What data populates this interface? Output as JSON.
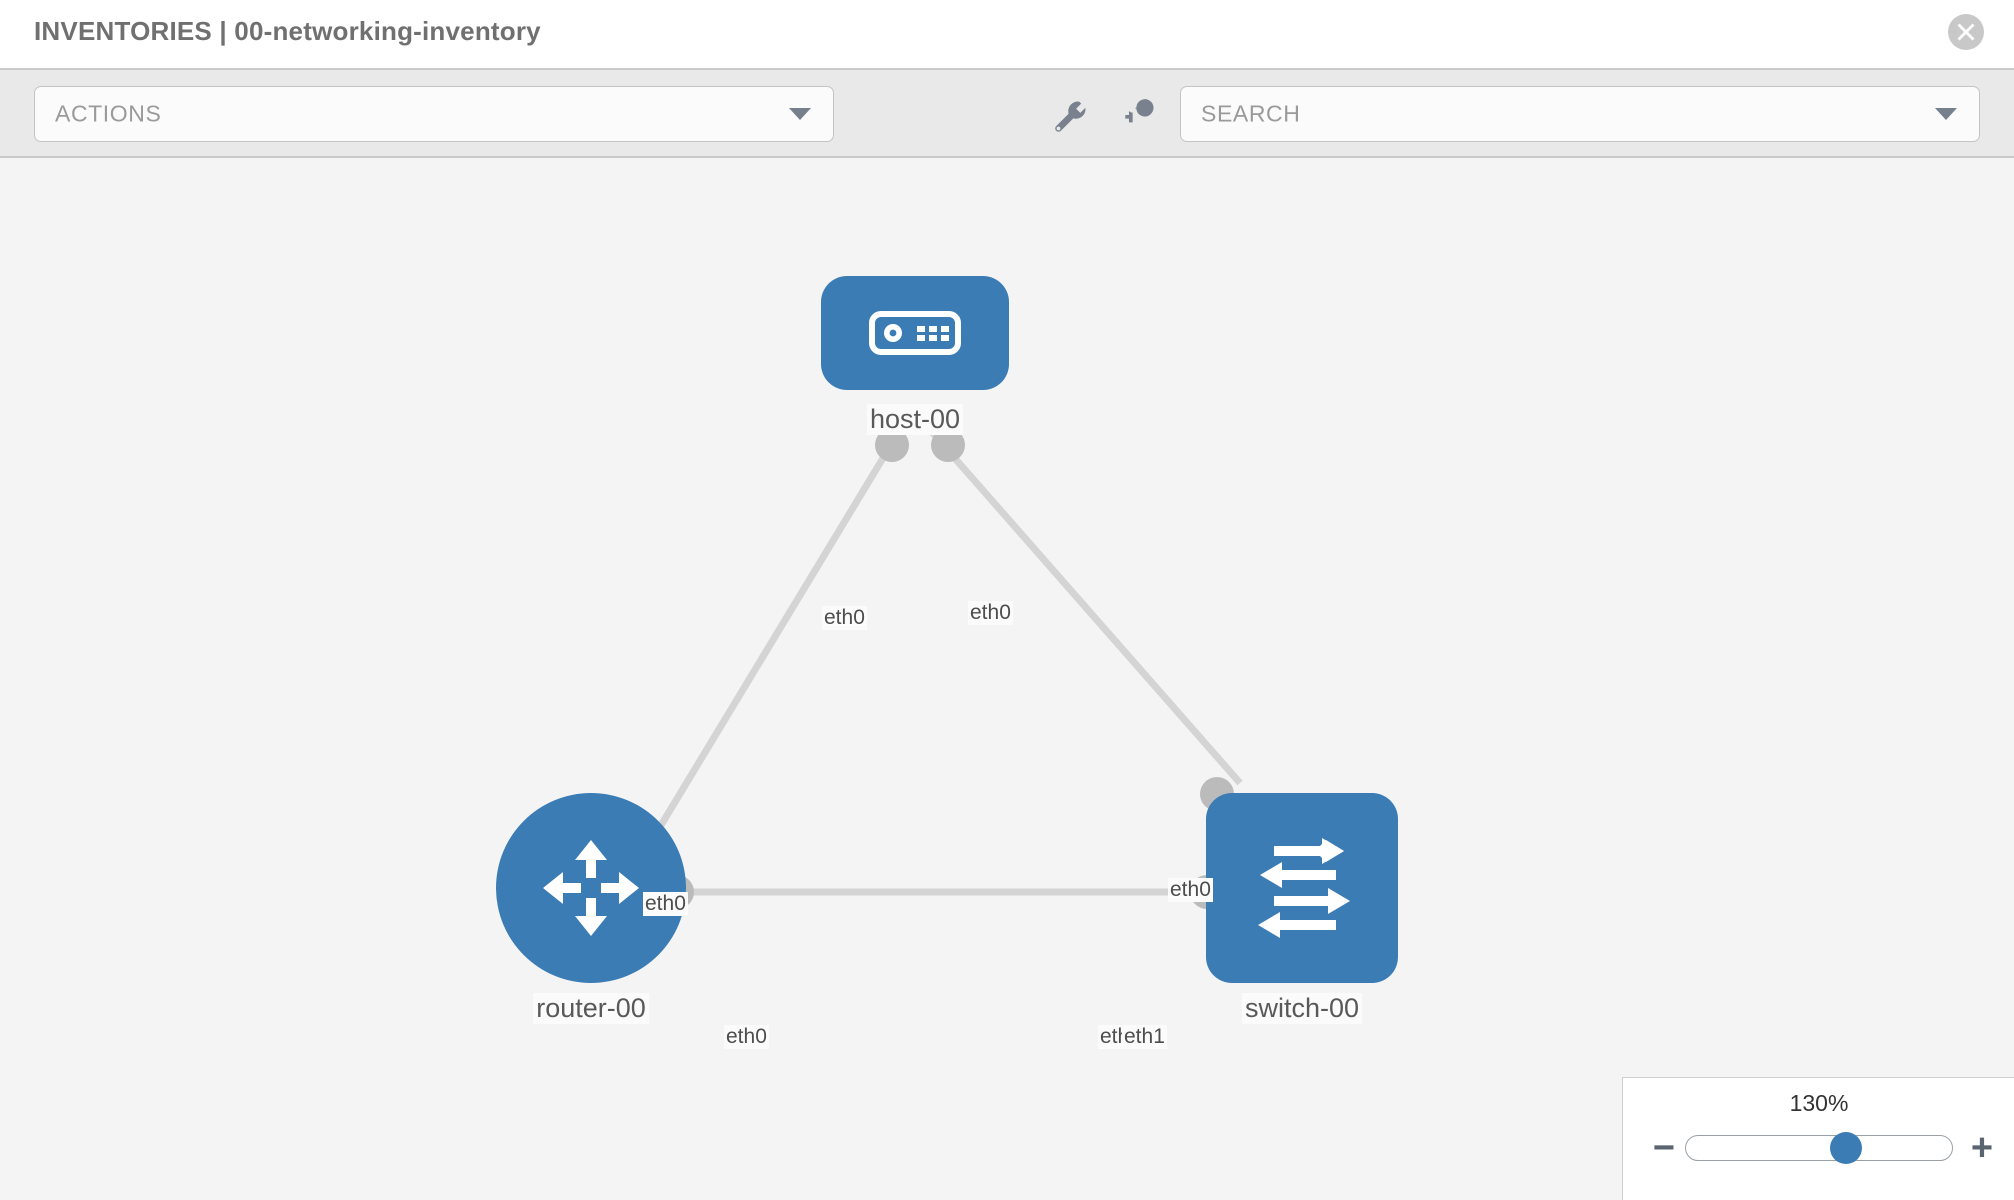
{
  "header": {
    "title": "INVENTORIES | 00-networking-inventory",
    "close_icon": "close-circle-icon"
  },
  "toolbar": {
    "actions_label": "ACTIONS",
    "actions_caret_icon": "chevron-down-icon",
    "wrench_icon": "wrench-icon",
    "key_icon": "key-icon",
    "search_placeholder": "SEARCH",
    "search_value": "",
    "search_caret_icon": "chevron-down-icon"
  },
  "topology": {
    "nodes": [
      {
        "id": "host-00",
        "label": "host-00",
        "icon": "server-appliance-icon",
        "shape": "rounded-square",
        "color": "#3b7cb5"
      },
      {
        "id": "router-00",
        "label": "router-00",
        "icon": "router-four-arrows-icon",
        "shape": "circle",
        "color": "#3b7cb5"
      },
      {
        "id": "switch-00",
        "label": "switch-00",
        "icon": "switch-bidirectional-arrows-icon",
        "shape": "rounded-square",
        "color": "#3b7cb5"
      }
    ],
    "links": [
      {
        "from": "host-00",
        "to": "router-00",
        "from_interface": "eth0",
        "to_interface": "eth0"
      },
      {
        "from": "host-00",
        "to": "switch-00",
        "from_interface": "eth0",
        "to_interface": "eth0"
      },
      {
        "from": "router-00",
        "to": "switch-00",
        "from_interface": "eth0",
        "to_interface": "eth1"
      }
    ],
    "edge_labels": {
      "host_left": "eth0",
      "host_right": "eth0",
      "router_upper": "eth0",
      "switch_upper": "eth0",
      "router_right": "eth0",
      "switch_left_hidden": "eth0",
      "switch_left": "eth1"
    },
    "link_color": "#d4d4d4",
    "stub_color": "#bbbbbb"
  },
  "zoom": {
    "value_label": "130%",
    "minus_label": "−",
    "plus_label": "+",
    "slider_position_percent": 60
  }
}
